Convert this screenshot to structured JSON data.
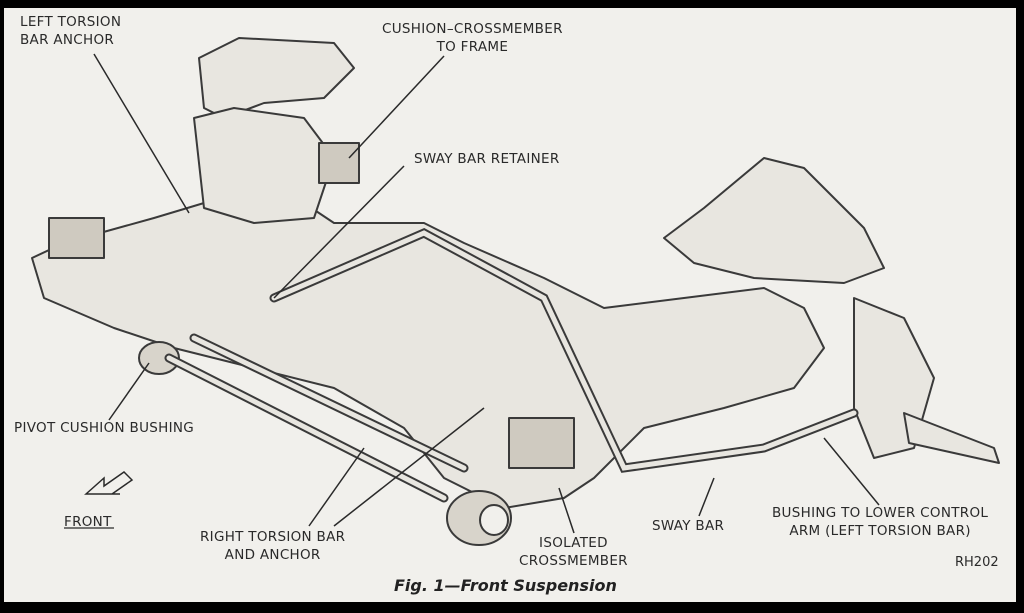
{
  "figure": {
    "caption": "Fig. 1—Front Suspension",
    "code": "RH202"
  },
  "labels": {
    "left_torsion_bar_anchor": [
      "LEFT TORSION",
      "BAR ANCHOR"
    ],
    "cushion_crossmember": [
      "CUSHION–CROSSMEMBER",
      "TO FRAME"
    ],
    "sway_bar_retainer": "SWAY BAR RETAINER",
    "pivot_cushion_bushing": "PIVOT CUSHION BUSHING",
    "front": "FRONT",
    "right_torsion_bar": [
      "RIGHT TORSION BAR",
      "AND ANCHOR"
    ],
    "isolated_crossmember": [
      "ISOLATED",
      "CROSSMEMBER"
    ],
    "sway_bar": "SWAY BAR",
    "bushing_lower_control_arm": [
      "BUSHING TO LOWER CONTROL",
      "ARM (LEFT TORSION BAR)"
    ]
  }
}
